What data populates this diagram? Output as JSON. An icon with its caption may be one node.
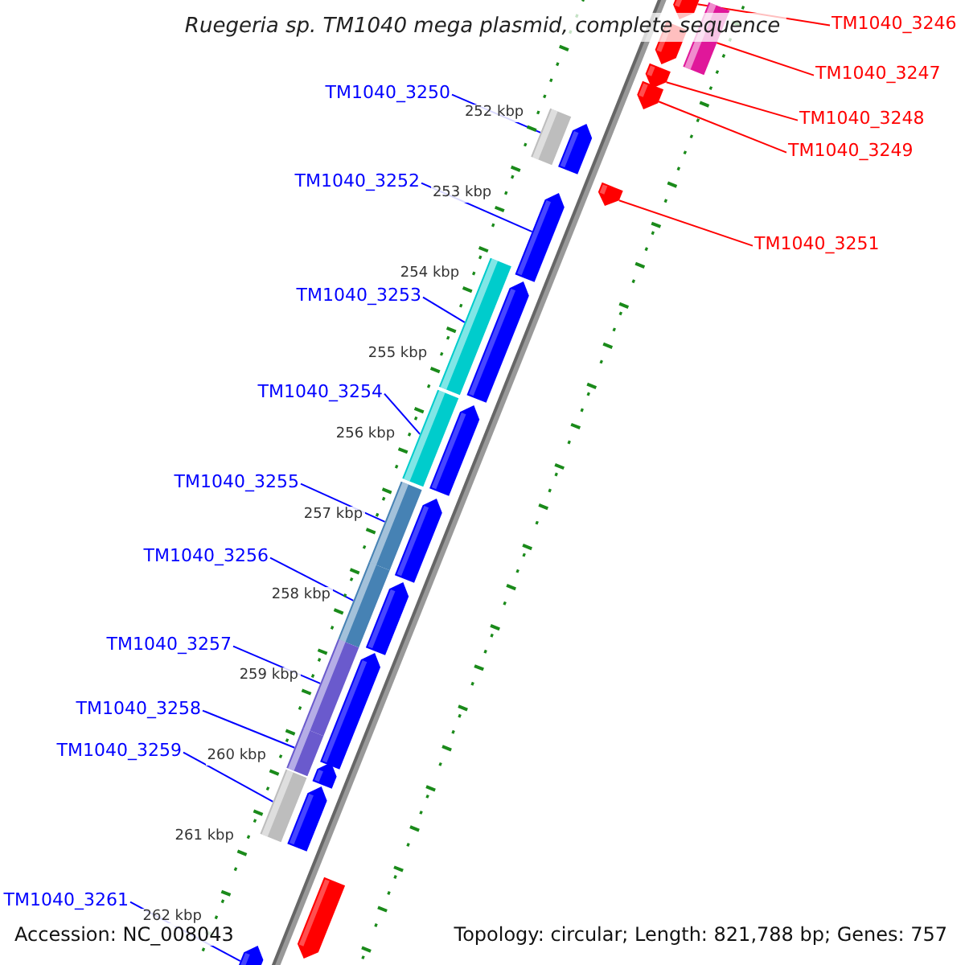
{
  "diagram": {
    "title": "Ruegeria sp. TM1040 mega plasmid, complete sequence",
    "nodes": [
      {
        "text": [
          "TM1040_3246"
        ]
      },
      {
        "text": [
          "TM1040_3247"
        ]
      },
      {
        "text": [
          "TM1040_3250"
        ]
      },
      {
        "text": [
          "TM1040_3248"
        ]
      },
      {
        "text": [
          "TM1040_3249"
        ]
      },
      {
        "text": [
          "TM1040_3252"
        ]
      },
      {
        "text": [
          "TM1040_3251"
        ]
      },
      {
        "text": [
          "TM1040_3253"
        ]
      },
      {
        "text": [
          "TM1040_3254"
        ]
      },
      {
        "text": [
          "TM1040_3255"
        ]
      },
      {
        "text": [
          "TM1040_3256"
        ]
      },
      {
        "text": [
          "TM1040_3257"
        ]
      },
      {
        "text": [
          "TM1040_3258"
        ]
      },
      {
        "text": [
          "TM1040_3259"
        ]
      },
      {
        "text": [
          "TM1040_3261"
        ]
      },
      {
        "text": [],
        "shape": "arrow"
      },
      {
        "text": [],
        "shape": "bar"
      },
      {
        "text": [],
        "shape": "bar"
      },
      {
        "text": [],
        "shape": "arrow"
      },
      {
        "text": [],
        "shape": "arrow"
      },
      {
        "text": [],
        "shape": "arrow"
      },
      {
        "text": [],
        "shape": "arrow"
      },
      {
        "text": [],
        "shape": "bar"
      },
      {
        "text": [],
        "shape": "bar"
      },
      {
        "text": [],
        "shape": "bar"
      },
      {
        "text": [],
        "shape": "bar"
      },
      {
        "text": [],
        "shape": "bar"
      },
      {
        "text": [],
        "shape": "bar"
      },
      {
        "text": [],
        "shape": "bar"
      },
      {
        "text": [],
        "shape": "arrow"
      },
      {
        "text": [],
        "shape": "arrow"
      },
      {
        "text": [],
        "shape": "arrow"
      },
      {
        "text": [],
        "shape": "arrow"
      },
      {
        "text": [],
        "shape": "arrow"
      },
      {
        "text": [],
        "shape": "arrow"
      },
      {
        "text": [],
        "shape": "arrow"
      },
      {
        "text": [],
        "shape": "arrow"
      },
      {
        "text": [],
        "shape": "arrow"
      },
      {
        "text": [],
        "shape": "arrow"
      },
      {
        "text": [],
        "shape": "arrow"
      }
    ],
    "edges": [
      {
        "from": 0,
        "to": 15,
        "arrow": "none",
        "color": "#ff0000"
      },
      {
        "from": 1,
        "to": 16,
        "arrow": "none",
        "color": "#ff0000"
      },
      {
        "from": 2,
        "to": 17,
        "arrow": "none"
      },
      {
        "from": 3,
        "to": 18,
        "arrow": "none",
        "color": "#ff0000"
      },
      {
        "from": 4,
        "to": 19,
        "arrow": "none",
        "color": "#ff0000"
      },
      {
        "from": 5,
        "to": 20,
        "arrow": "none"
      },
      {
        "from": 6,
        "to": 21,
        "arrow": "none",
        "color": "#ff0000"
      },
      {
        "from": 7,
        "to": 22,
        "arrow": "none"
      },
      {
        "from": 8,
        "to": 23,
        "arrow": "none"
      },
      {
        "from": 9,
        "to": 24,
        "arrow": "none"
      },
      {
        "from": 10,
        "to": 25,
        "arrow": "none"
      },
      {
        "from": 11,
        "to": 26,
        "arrow": "none"
      },
      {
        "from": 12,
        "to": 27,
        "arrow": "none"
      },
      {
        "from": 13,
        "to": 28,
        "arrow": "none"
      },
      {
        "from": 14,
        "to": 29,
        "arrow": "none"
      }
    ],
    "labels": [
      "252 kbp",
      "253 kbp",
      "254 kbp",
      "255 kbp",
      "256 kbp",
      "257 kbp",
      "258 kbp",
      "259 kbp",
      "260 kbp",
      "261 kbp",
      "262 kbp",
      "Accession: NC_008043",
      "Topology: circular; Length: 821,788 bp; Genes: 757"
    ]
  }
}
